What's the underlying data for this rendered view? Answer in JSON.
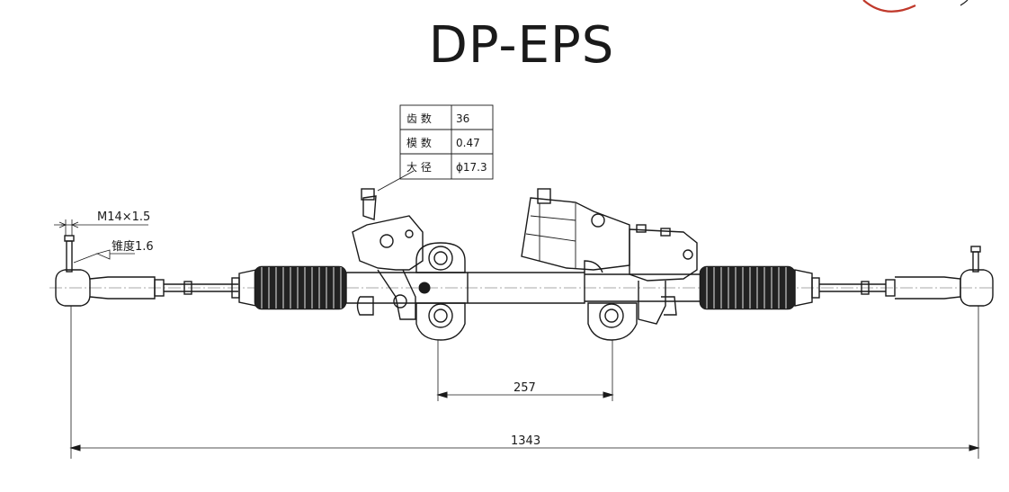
{
  "title": "DP-EPS",
  "spec_table": [
    {
      "label": "齿 数",
      "value": "36"
    },
    {
      "label": "模 数",
      "value": "0.47"
    },
    {
      "label": "大 径",
      "value": "ϕ17.3"
    }
  ],
  "annotations": {
    "thread": "M14×1.5",
    "taper": "锥度1.6"
  },
  "dimensions": {
    "inner": "257",
    "overall": "1343"
  },
  "colors": {
    "ink": "#1a1a1a",
    "logo": "#c0392b"
  }
}
